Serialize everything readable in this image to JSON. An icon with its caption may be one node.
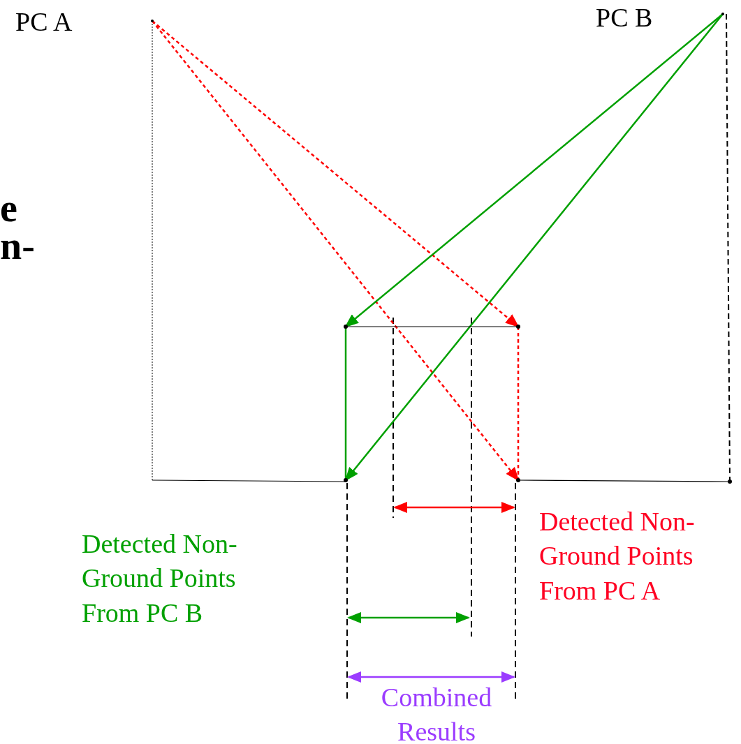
{
  "diagram": {
    "nodes": [
      {
        "text": [],
        "shape": "point",
        "beside": [
          "PC A"
        ]
      },
      {
        "text": [],
        "shape": "point",
        "beside": [
          "PC B"
        ]
      },
      {
        "text": [],
        "shape": "point"
      },
      {
        "text": [],
        "shape": "point"
      },
      {
        "text": [],
        "shape": "point"
      },
      {
        "text": [],
        "shape": "point"
      }
    ],
    "edges": [
      {
        "from": 0,
        "to": 3,
        "arrow": "to",
        "style": "dashed",
        "color": "#ff0000"
      },
      {
        "from": 0,
        "to": 5,
        "arrow": "to",
        "style": "dashed",
        "color": "#ff0000"
      },
      {
        "from": 1,
        "to": 2,
        "arrow": "to",
        "color": "#00a000"
      },
      {
        "from": 1,
        "to": 4,
        "arrow": "to",
        "color": "#00a000"
      },
      {
        "from": 2,
        "to": 4,
        "arrow": "none",
        "color": "#00a000"
      },
      {
        "from": 3,
        "to": 5,
        "arrow": "none",
        "style": "dashed",
        "color": "#ff0000"
      },
      {
        "from": 2,
        "to": 3,
        "arrow": "none",
        "color": "#000000"
      }
    ],
    "labels": [
      "e",
      "n-",
      "Detected Non-Ground Points From PC A",
      "Detected Non-Ground Points From PC B",
      "Combined Results"
    ]
  }
}
